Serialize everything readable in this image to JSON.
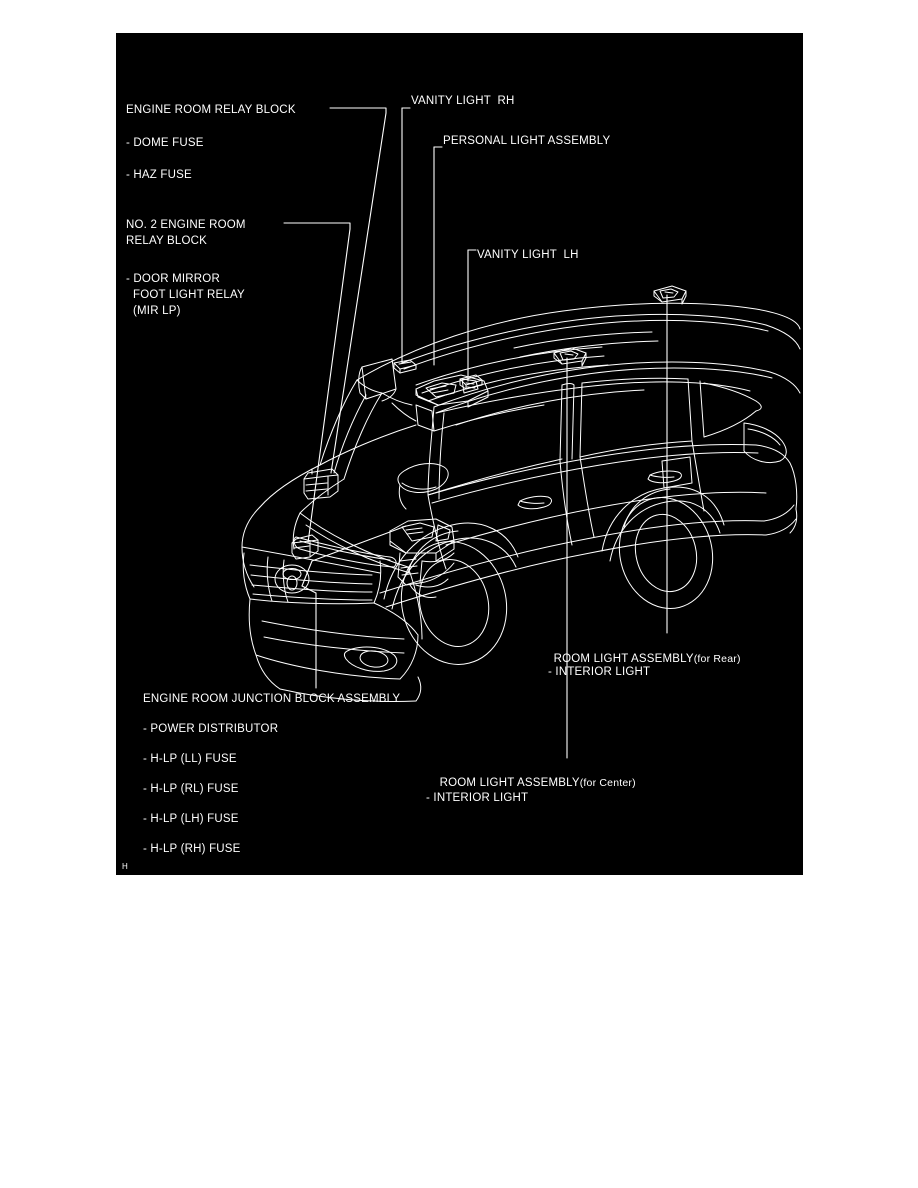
{
  "panel": {
    "background_color": "#000000",
    "line_color": "#ffffff",
    "corner_mark": "H"
  },
  "vehicle": {
    "description": "SUV three-quarter front view line drawing",
    "brand_emblem": "toyota-emblem"
  },
  "callouts": {
    "engine_room_relay_block": {
      "title": "ENGINE ROOM RELAY BLOCK",
      "items": [
        "- DOME FUSE",
        "- HAZ FUSE"
      ]
    },
    "no2_engine_room_relay_block": {
      "title_line1": "NO. 2 ENGINE ROOM",
      "title_line2": "RELAY BLOCK",
      "items": [
        "- DOOR MIRROR",
        "  FOOT LIGHT RELAY",
        "  (MIR LP)"
      ],
      "item_line1": "- DOOR MIRROR",
      "item_line2": "FOOT LIGHT RELAY",
      "item_line3": "(MIR LP)"
    },
    "vanity_light_rh": {
      "title": "VANITY LIGHT  RH"
    },
    "personal_light_assembly": {
      "title": "PERSONAL LIGHT ASSEMBLY"
    },
    "vanity_light_lh": {
      "title": "VANITY LIGHT  LH"
    },
    "room_light_rear": {
      "title": "ROOM LIGHT ASSEMBLY",
      "qualifier": "(for Rear)",
      "items": [
        "- INTERIOR LIGHT"
      ],
      "item_line1": "- INTERIOR LIGHT"
    },
    "room_light_center": {
      "title": "ROOM LIGHT ASSEMBLY",
      "qualifier": "(for Center)",
      "items": [
        "- INTERIOR LIGHT"
      ],
      "item_line1": "- INTERIOR LIGHT"
    },
    "engine_room_junction_block": {
      "title": "ENGINE ROOM JUNCTION BLOCK ASSEMBLY",
      "items": [
        "- POWER DISTRIBUTOR",
        "- H-LP (LL) FUSE",
        "- H-LP (RL) FUSE",
        "- H-LP (LH) FUSE",
        "- H-LP (RH) FUSE"
      ],
      "item_1": "- POWER DISTRIBUTOR",
      "item_2": "- H-LP (LL) FUSE",
      "item_3": "- H-LP (RL) FUSE",
      "item_4": "- H-LP (LH) FUSE",
      "item_5": "- H-LP (RH) FUSE"
    }
  }
}
